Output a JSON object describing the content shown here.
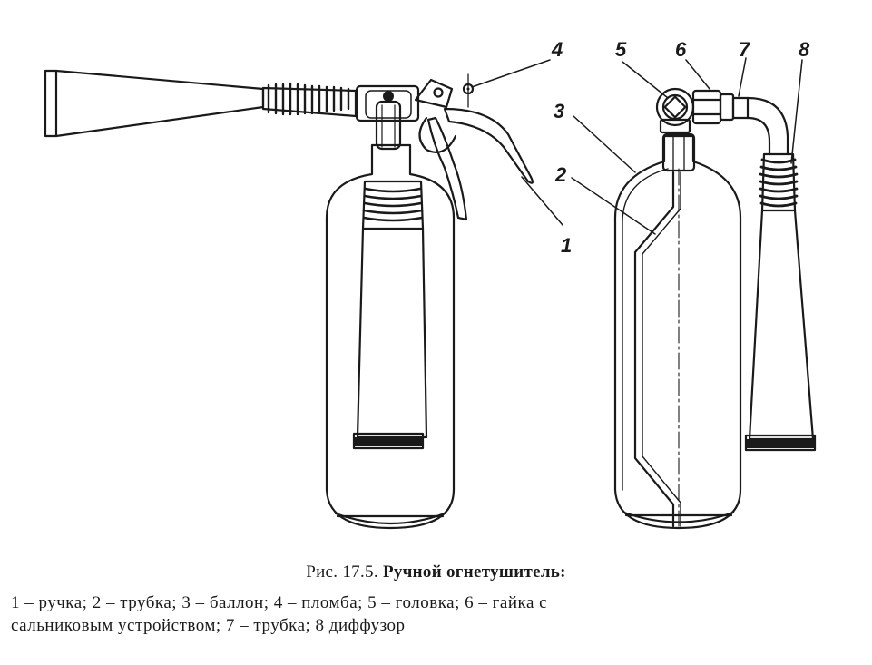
{
  "figure": {
    "callouts": [
      "1",
      "2",
      "3",
      "4",
      "5",
      "6",
      "7",
      "8"
    ]
  },
  "caption": {
    "number": "Рис. 17.5.",
    "title": "Ручной огнетушитель:"
  },
  "legend": {
    "line1": "1 – ручка; 2 – трубка; 3 – баллон; 4 – пломба; 5 – головка; 6 – гайка с",
    "line2": "сальниковым устройством; 7 – трубка; 8 диффузор"
  }
}
